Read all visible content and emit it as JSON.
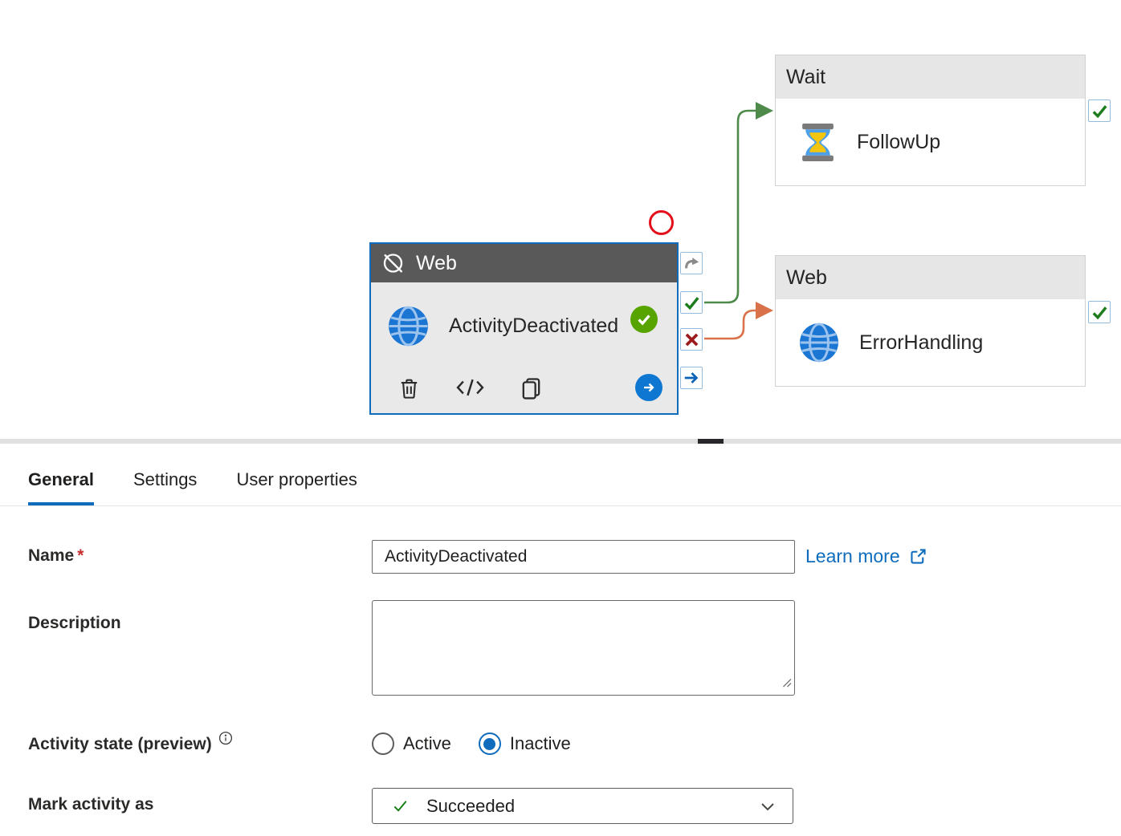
{
  "canvas": {
    "main_node": {
      "type_label": "Web",
      "name": "ActivityDeactivated",
      "state": "deactivated",
      "status": "succeeded-badge",
      "ports": [
        "skipped",
        "success",
        "failure",
        "completion"
      ]
    },
    "wait_node": {
      "type_label": "Wait",
      "name": "FollowUp"
    },
    "error_node": {
      "type_label": "Web",
      "name": "ErrorHandling"
    },
    "colors": {
      "selected_border": "#0f6cbd",
      "node_header_bg": "#595959",
      "success_line": "#4e8a4a",
      "failure_line": "#d9714a",
      "badge_green": "#57a300",
      "annotation_red": "#e3101b"
    }
  },
  "panel": {
    "tabs": [
      {
        "label": "General",
        "active": true
      },
      {
        "label": "Settings",
        "active": false
      },
      {
        "label": "User properties",
        "active": false
      }
    ],
    "learn_more": {
      "label": "Learn more"
    },
    "fields": {
      "name": {
        "label": "Name",
        "required": "*",
        "value": "ActivityDeactivated"
      },
      "description": {
        "label": "Description",
        "value": ""
      },
      "activity_state": {
        "label": "Activity state (preview)",
        "options": [
          "Active",
          "Inactive"
        ],
        "selected": "Inactive"
      },
      "mark_activity_as": {
        "label": "Mark activity as",
        "value": "Succeeded"
      }
    }
  }
}
